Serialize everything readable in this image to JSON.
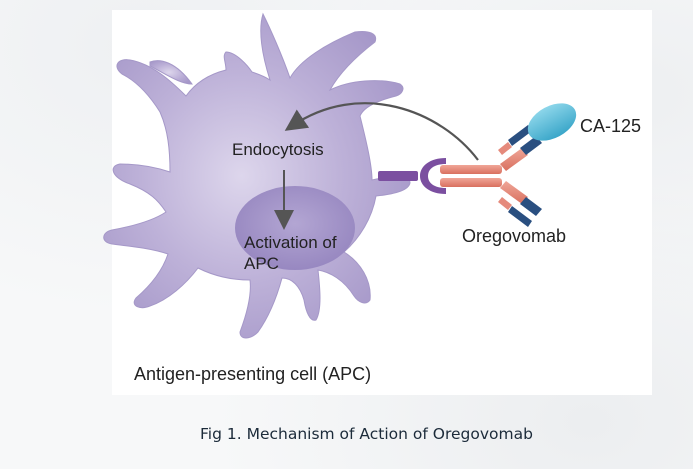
{
  "figure": {
    "labels": {
      "endocytosis": "Endocytosis",
      "activation": "Activation of APC",
      "ca125": "CA-125",
      "oregovomab": "Oregovomab",
      "apc": "Antigen-presenting cell (APC)"
    },
    "caption": "Fig 1. Mechanism of Action of Oregovomab"
  },
  "colors": {
    "cell_fill": "#b4a7d2",
    "nucleus_fill": "#a091c4",
    "receptor": "#7b4fa0",
    "antibody_heavy": "#e58a7c",
    "antibody_dark": "#2a4f80",
    "antigen": "#4fb7d6",
    "arrow": "#555555"
  }
}
